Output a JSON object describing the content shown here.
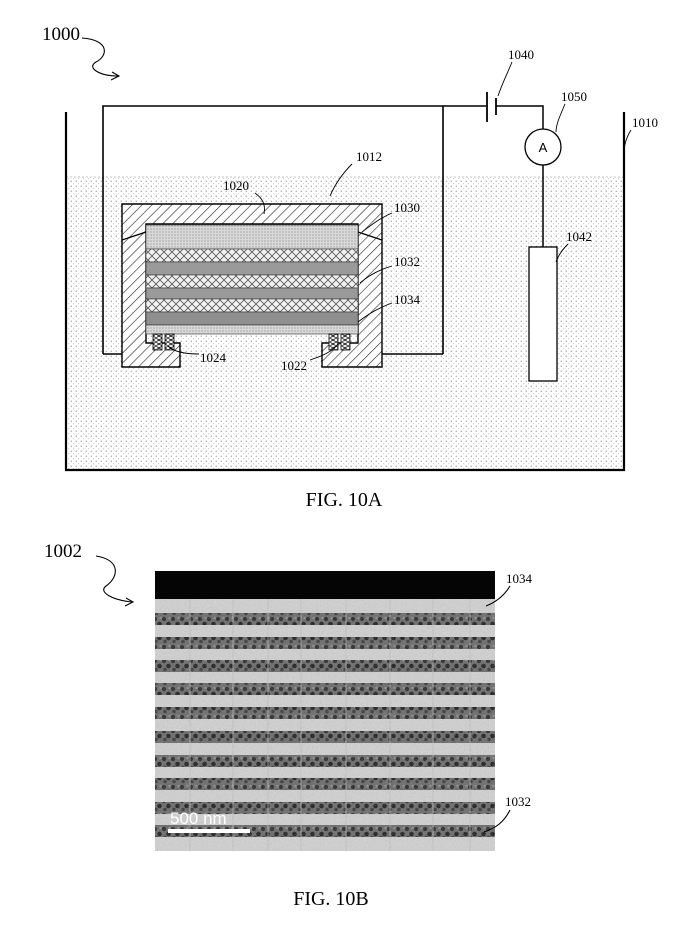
{
  "fig_a": {
    "ref": "1000",
    "caption": "FIG. 10A",
    "labels": {
      "bath": "1010",
      "electrolyte": "1012",
      "housing": "1020",
      "contact_left": "1024",
      "contact_right": "1022",
      "seal": "1030",
      "layer_a": "1032",
      "layer_b": "1034",
      "power_source": "1040",
      "counter_electrode": "1042",
      "ammeter": "1050"
    },
    "ammeter_symbol": "A"
  },
  "fig_b": {
    "ref": "1002",
    "caption": "FIG. 10B",
    "label_top": "1034",
    "label_bottom": "1032",
    "scale_bar": "500 nm"
  }
}
